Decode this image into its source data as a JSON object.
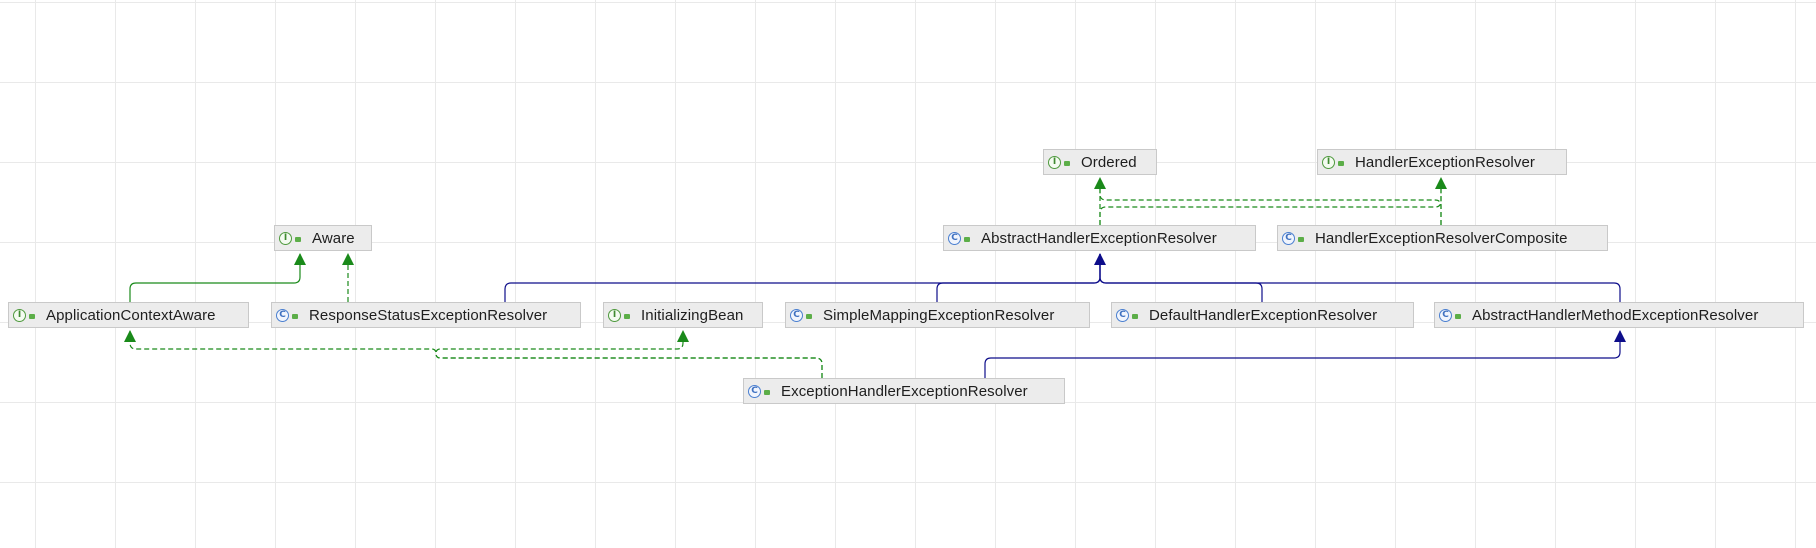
{
  "colors": {
    "implements": "#1a8a1a",
    "extends": "#0d0d8a",
    "interface_icon": "#4f9a3e",
    "class_icon": "#4a7fd0",
    "node_fill": "#ececec",
    "node_border": "#c9c9c9",
    "grid": "#e9e9e9"
  },
  "legend_icons": {
    "interface": "interface-icon",
    "class": "class-icon",
    "visibility": "public-visibility-icon"
  },
  "nodes": [
    {
      "id": "ordered",
      "label": "Ordered",
      "kind": "interface",
      "badge": "I"
    },
    {
      "id": "handler-exception-resolver",
      "label": "HandlerExceptionResolver",
      "kind": "interface",
      "badge": "I"
    },
    {
      "id": "aware",
      "label": "Aware",
      "kind": "interface",
      "badge": "I"
    },
    {
      "id": "abstract-handler-exception-resolver",
      "label": "AbstractHandlerExceptionResolver",
      "kind": "class",
      "badge": "C"
    },
    {
      "id": "handler-exception-resolver-composite",
      "label": "HandlerExceptionResolverComposite",
      "kind": "class",
      "badge": "C"
    },
    {
      "id": "application-context-aware",
      "label": "ApplicationContextAware",
      "kind": "interface",
      "badge": "I"
    },
    {
      "id": "response-status-exception-resolver",
      "label": "ResponseStatusExceptionResolver",
      "kind": "class",
      "badge": "C"
    },
    {
      "id": "initializing-bean",
      "label": "InitializingBean",
      "kind": "interface",
      "badge": "I"
    },
    {
      "id": "simple-mapping-exception-resolver",
      "label": "SimpleMappingExceptionResolver",
      "kind": "class",
      "badge": "C"
    },
    {
      "id": "default-handler-exception-resolver",
      "label": "DefaultHandlerExceptionResolver",
      "kind": "class",
      "badge": "C"
    },
    {
      "id": "abstract-handler-method-exception-resolver",
      "label": "AbstractHandlerMethodExceptionResolver",
      "kind": "class",
      "badge": "C"
    },
    {
      "id": "exception-handler-exception-resolver",
      "label": "ExceptionHandlerExceptionResolver",
      "kind": "class",
      "badge": "C"
    }
  ],
  "edges": [
    {
      "id": "ahermr-extends-aher",
      "from": "abstract-handler-method-exception-resolver",
      "to": "abstract-handler-exception-resolver",
      "type": "extends"
    },
    {
      "id": "dher-extends-aher",
      "from": "default-handler-exception-resolver",
      "to": "abstract-handler-exception-resolver",
      "type": "extends"
    },
    {
      "id": "smer-extends-aher",
      "from": "simple-mapping-exception-resolver",
      "to": "abstract-handler-exception-resolver",
      "type": "extends"
    },
    {
      "id": "rser-extends-aher",
      "from": "response-status-exception-resolver",
      "to": "abstract-handler-exception-resolver",
      "type": "extends"
    },
    {
      "id": "eher-extends-ahermr",
      "from": "exception-handler-exception-resolver",
      "to": "abstract-handler-method-exception-resolver",
      "type": "extends"
    },
    {
      "id": "aher-implements-ordered",
      "from": "abstract-handler-exception-resolver",
      "to": "ordered",
      "type": "implements"
    },
    {
      "id": "aher-implements-her",
      "from": "abstract-handler-exception-resolver",
      "to": "handler-exception-resolver",
      "type": "implements"
    },
    {
      "id": "herc-implements-her",
      "from": "handler-exception-resolver-composite",
      "to": "handler-exception-resolver",
      "type": "implements"
    },
    {
      "id": "herc-implements-ordered",
      "from": "handler-exception-resolver-composite",
      "to": "ordered",
      "type": "implements"
    },
    {
      "id": "aca-extends-aware",
      "from": "application-context-aware",
      "to": "aware",
      "type": "interface-extends"
    },
    {
      "id": "rser-implements-aware",
      "from": "response-status-exception-resolver",
      "to": "aware",
      "type": "implements"
    },
    {
      "id": "eher-implements-aca",
      "from": "exception-handler-exception-resolver",
      "to": "application-context-aware",
      "type": "implements"
    },
    {
      "id": "eher-implements-ib",
      "from": "exception-handler-exception-resolver",
      "to": "initializing-bean",
      "type": "implements"
    }
  ]
}
